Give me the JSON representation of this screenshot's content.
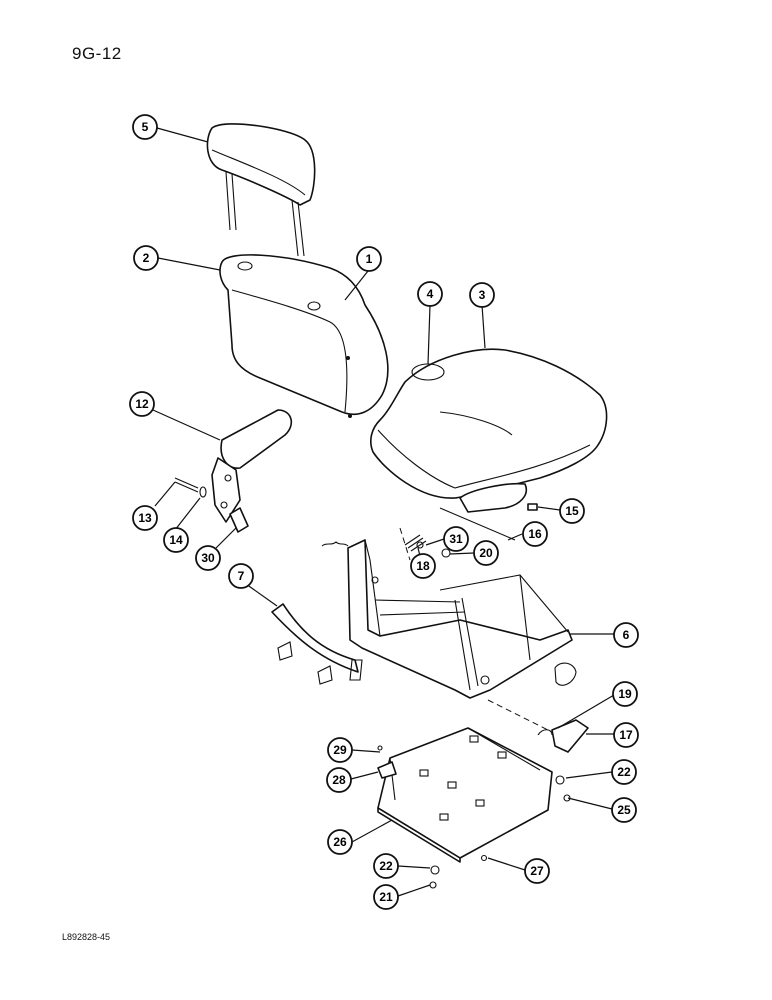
{
  "page_code": "9G-12",
  "figure_code": "L892828-45",
  "callouts": [
    "5",
    "2",
    "1",
    "4",
    "3",
    "12",
    "13",
    "14",
    "30",
    "15",
    "16",
    "31",
    "18",
    "20",
    "7",
    "6",
    "19",
    "17",
    "29",
    "28",
    "22",
    "25",
    "26",
    "22",
    "21",
    "27"
  ]
}
